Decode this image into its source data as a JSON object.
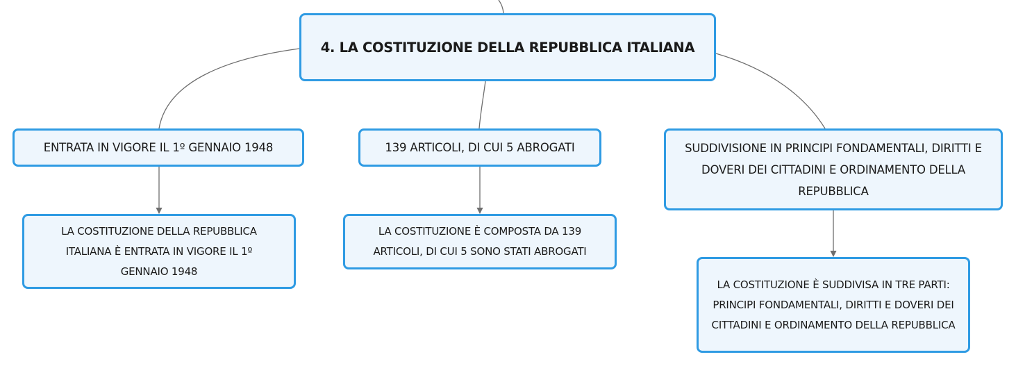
{
  "root": {
    "label": "4. LA COSTITUZIONE DELLA REPUBBLICA ITALIANA"
  },
  "branches": [
    {
      "label": "ENTRATA IN VIGORE IL 1º GENNAIO 1948",
      "child": "LA COSTITUZIONE DELLA REPUBBLICA ITALIANA È ENTRATA IN VIGORE IL 1º GENNAIO 1948"
    },
    {
      "label": "139 ARTICOLI, DI CUI 5 ABROGATI",
      "child": "LA COSTITUZIONE È COMPOSTA DA 139 ARTICOLI, DI CUI 5 SONO STATI ABROGATI"
    },
    {
      "label": "SUDDIVISIONE IN PRINCIPI FONDAMENTALI, DIRITTI E DOVERI DEI CITTADINI E ORDINAMENTO DELLA REPUBBLICA",
      "child": "LA COSTITUZIONE È SUDDIVISA IN TRE PARTI: PRINCIPI FONDAMENTALI, DIRITTI E DOVERI DEI CITTADINI E ORDINAMENTO DELLA REPUBBLICA"
    }
  ],
  "colors": {
    "node_border": "#2f9be3",
    "node_fill": "#eef6fd",
    "connector": "#6e6e6e"
  }
}
